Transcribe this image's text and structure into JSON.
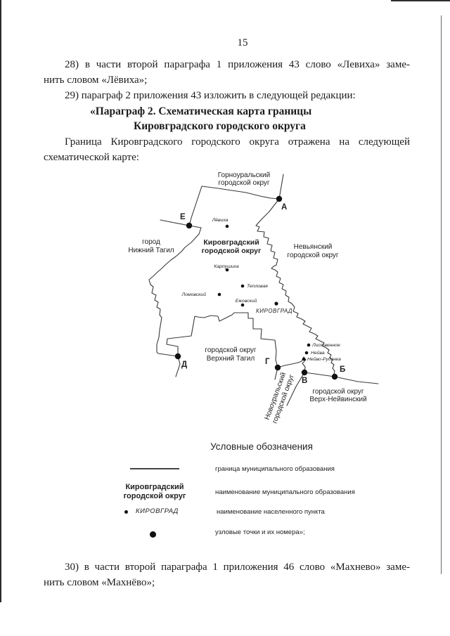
{
  "page": {
    "number": "15"
  },
  "paragraphs": {
    "p28_line1": "28) в части второй параграфа 1 приложения 43 слово «Левиха» заме-",
    "p28_line2": "нить словом «Лёвиха»;",
    "p29": "29) параграф 2 приложения 43 изложить в следующей редакции:",
    "heading_line1": "«Параграф 2. Схематическая карта границы",
    "heading_line2": "Кировградского городского округа",
    "body_line1": "Граница Кировградского городского округа отражена на следующей",
    "body_line2": "схематической карте:",
    "p30_line1": "30) в части второй параграфа 1 приложения 46 слово «Махнево» заме-",
    "p30_line2": "нить словом «Махнёво»;"
  },
  "map": {
    "regions": [
      {
        "line1": "Горноуральский",
        "line2": "городской округ"
      },
      {
        "line1": "город",
        "line2": "Нижний Тагил"
      },
      {
        "line1": "Кировградский",
        "line2": "городской округ"
      },
      {
        "line1": "Невьянский",
        "line2": "городской округ"
      },
      {
        "line1": "городской округ",
        "line2": "Верхний Тагил"
      },
      {
        "line1": "городской округ",
        "line2": "Верх-Нейвинский"
      },
      {
        "line1": "Новоуральский",
        "line2": "городской округ"
      }
    ],
    "settlements": [
      {
        "name": "Лёвиха"
      },
      {
        "name": "Карпушиха"
      },
      {
        "name": "Тепловая"
      },
      {
        "name": "Ломовский"
      },
      {
        "name": "Ежовский"
      },
      {
        "name": "КИРОВГРАД"
      },
      {
        "name": "Лиственное"
      },
      {
        "name": "Нейва"
      },
      {
        "name": "Нейво-Рудянка"
      }
    ],
    "nodes": [
      {
        "label": "А"
      },
      {
        "label": "Б"
      },
      {
        "label": "В"
      },
      {
        "label": "Г"
      },
      {
        "label": "Д"
      },
      {
        "label": "Е"
      }
    ]
  },
  "legend": {
    "title": "Условные обозначения",
    "items": [
      {
        "label": "граница муниципального образования"
      },
      {
        "label": "наименование муниципального образования",
        "symbol_line1": "Кировградский",
        "symbol_line2": "городской округ"
      },
      {
        "label": "наименование населенного пункта",
        "symbol": "КИРОВГРАД"
      },
      {
        "label": "узловые точки и их номера»;"
      }
    ]
  },
  "colors": {
    "ink": "#1c1c1c",
    "map_line": "#3a3a3a"
  }
}
